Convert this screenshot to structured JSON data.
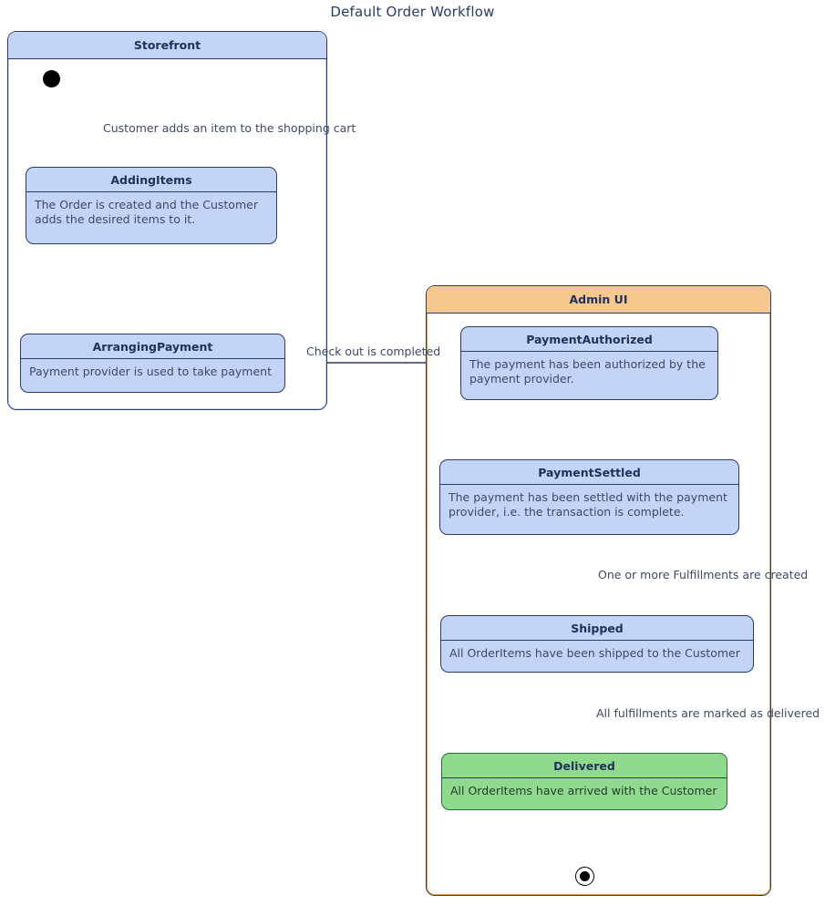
{
  "title": "Default Order Workflow",
  "colors": {
    "state_fill_blue": "#c3d4f7",
    "state_fill_green": "#90da90",
    "state_border": "#2a3b66",
    "admin_header_fill": "#f5c98e",
    "admin_border": "#e8a33d",
    "text": "#3c4a63",
    "arrow": "#2a3b66"
  },
  "containers": [
    {
      "id": "storefront",
      "label": "Storefront"
    },
    {
      "id": "adminui",
      "label": "Admin UI"
    }
  ],
  "states": {
    "adding_items": {
      "name": "AddingItems",
      "description": "The Order is created and the Customer adds the desired items to it."
    },
    "arranging_payment": {
      "name": "ArrangingPayment",
      "description": "Payment provider is used to take payment"
    },
    "payment_authorized": {
      "name": "PaymentAuthorized",
      "description": "The payment has been authorized by the payment provider."
    },
    "payment_settled": {
      "name": "PaymentSettled",
      "description": "The payment has been settled with the payment provider, i.e. the transaction is complete."
    },
    "shipped": {
      "name": "Shipped",
      "description": "All OrderItems have been shipped to the Customer"
    },
    "delivered": {
      "name": "Delivered",
      "description": "All OrderItems have arrived with the Customer"
    }
  },
  "transitions": {
    "t1": {
      "label": "Customer adds an item to the shopping cart"
    },
    "t2": {
      "label": ""
    },
    "t3": {
      "label": "Check out is completed"
    },
    "t4": {
      "label": ""
    },
    "t5": {
      "label": "One or more Fulfillments are created"
    },
    "t6": {
      "label": "All fulfillments are marked as delivered"
    },
    "t7": {
      "label": ""
    }
  },
  "pseudo_states": {
    "initial": "initial-state",
    "final": "final-state"
  }
}
